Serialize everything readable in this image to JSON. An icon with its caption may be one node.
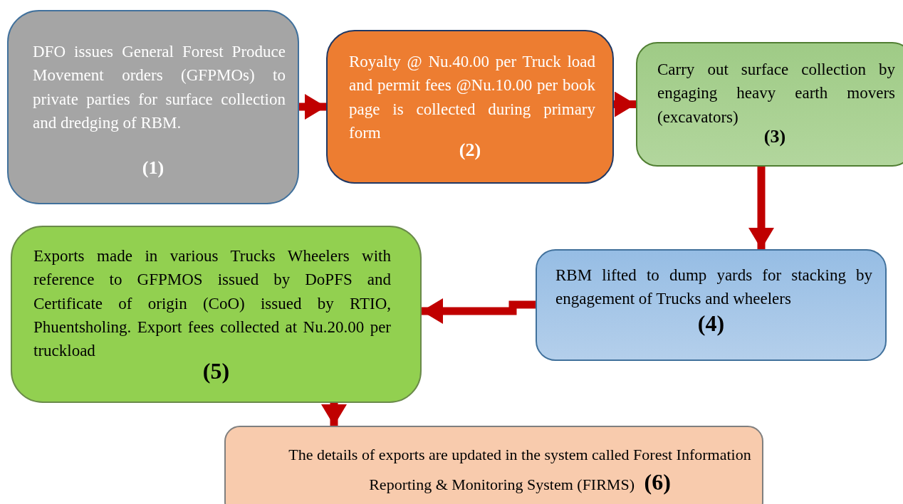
{
  "diagram": {
    "nodes": [
      {
        "text": [
          "DFO issues General Forest Produce Movement orders (GFPMOs) to private parties for surface collection and dredging of RBM.",
          "(1)"
        ]
      },
      {
        "text": [
          "Royalty @ Nu.40.00 per Truck load and permit fees @Nu.10.00 per book page is collected during primary form",
          "(2)"
        ]
      },
      {
        "text": [
          "Carry out surface collection by engaging heavy earth movers (excavators)",
          "(3)"
        ]
      },
      {
        "text": [
          "RBM lifted to dump yards for stacking by engagement of Trucks and wheelers",
          "(4)"
        ]
      },
      {
        "text": [
          "Exports made in various Trucks Wheelers with reference to GFPMOS issued by DoPFS and Certificate of origin (CoO) issued by RTIO, Phuentsholing. Export fees collected at Nu.20.00 per truckload",
          "(5)"
        ]
      },
      {
        "text": [
          "The details of exports are updated in the system called Forest Information Reporting & Monitoring System (FIRMS)",
          "(6)"
        ]
      }
    ],
    "edges": [
      {
        "from": 0,
        "to": 1,
        "arrow": "to"
      },
      {
        "from": 1,
        "to": 2,
        "arrow": "to"
      },
      {
        "from": 2,
        "to": 3,
        "arrow": "to"
      },
      {
        "from": 3,
        "to": 4,
        "arrow": "to"
      },
      {
        "from": 4,
        "to": 5,
        "arrow": "to"
      }
    ]
  }
}
